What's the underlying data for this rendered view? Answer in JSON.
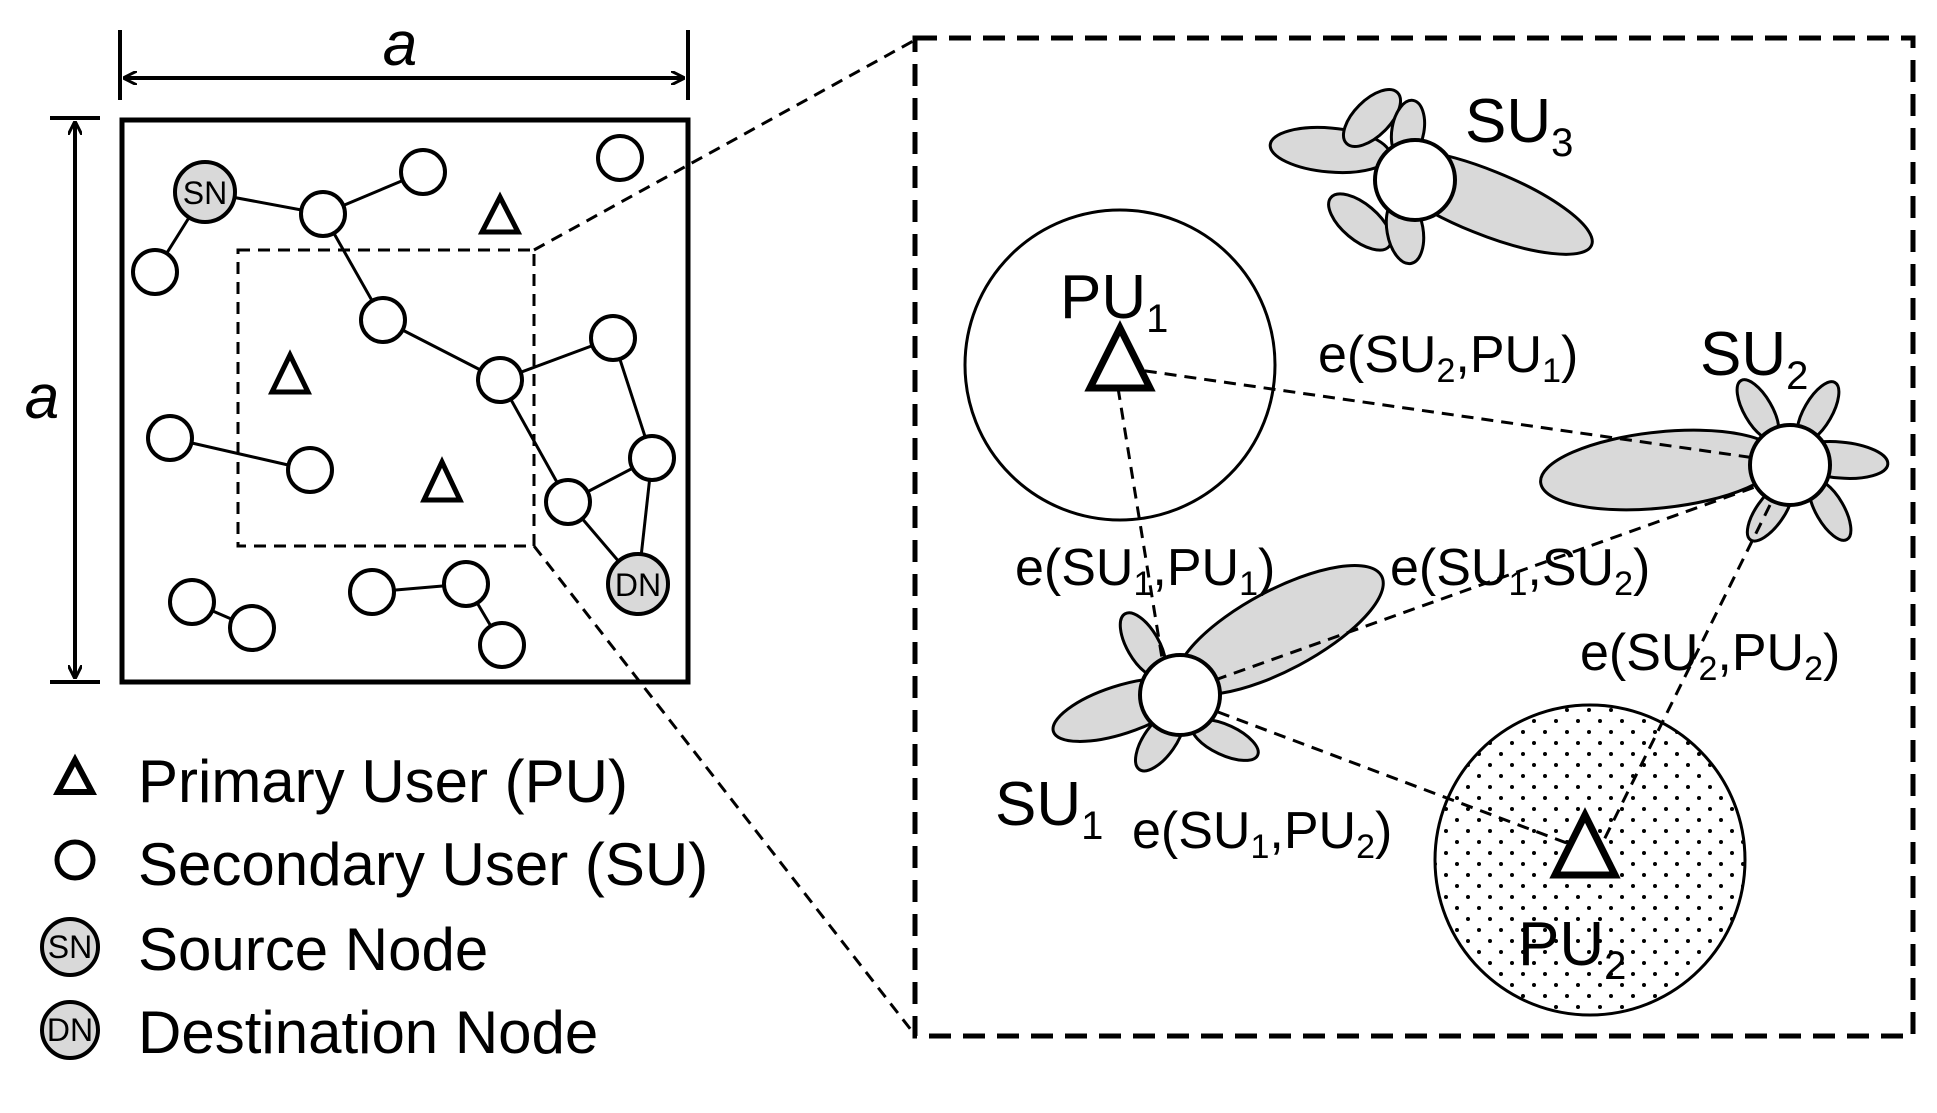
{
  "dimension": {
    "width_label": "a",
    "height_label": "a"
  },
  "nodes": {
    "source": "SN",
    "destination": "DN"
  },
  "legend": [
    {
      "shape": "triangle",
      "label": "Primary User (PU)"
    },
    {
      "shape": "circle",
      "label": "Secondary User (SU)"
    },
    {
      "shape": "sn",
      "label": "Source Node",
      "badge": "SN"
    },
    {
      "shape": "dn",
      "label": "Destination Node",
      "badge": "DN"
    }
  ],
  "zoom": {
    "pu1": {
      "base": "PU",
      "sub": "1"
    },
    "pu2": {
      "base": "PU",
      "sub": "2"
    },
    "su1": {
      "base": "SU",
      "sub": "1"
    },
    "su2": {
      "base": "SU",
      "sub": "2"
    },
    "su3": {
      "base": "SU",
      "sub": "3"
    },
    "edges": [
      {
        "id": "su2-pu1",
        "a": "SU",
        "as": "2",
        "b": "PU",
        "bs": "1"
      },
      {
        "id": "su1-pu1",
        "a": "SU",
        "as": "1",
        "b": "PU",
        "bs": "1"
      },
      {
        "id": "su1-su2",
        "a": "SU",
        "as": "1",
        "b": "SU",
        "bs": "2"
      },
      {
        "id": "su2-pu2",
        "a": "SU",
        "as": "2",
        "b": "PU",
        "bs": "2"
      },
      {
        "id": "su1-pu2",
        "a": "SU",
        "as": "1",
        "b": "PU",
        "bs": "2"
      }
    ]
  },
  "colors": {
    "ink": "#000000",
    "node_fill": "#d9d9d9",
    "paper": "#ffffff"
  }
}
